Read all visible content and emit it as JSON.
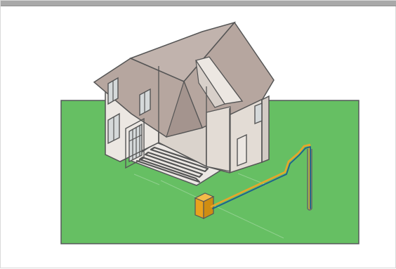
{
  "colors": {
    "frame_bar": "#a9a9a9",
    "frame_border": "#d9d9d9",
    "lawn": "#66bf63",
    "lawn_outline": "#55585a",
    "roof": "#b6a69f",
    "roof_dark": "#a4948e",
    "house_front": "#ece7e2",
    "house_side": "#dad3cc",
    "outline": "#555555",
    "windows": "#d5d9da",
    "floor_coil_bg": "#ece8e4",
    "heat_pump": "#e9a21d",
    "pipe_yellow": "#e8a52a",
    "pipe_blue": "#1d5f8e",
    "ground_probe": "#6a6a6a"
  },
  "diagram": {
    "elements": [
      "house",
      "underfloor-heating-coils",
      "heat-pump",
      "pipeline",
      "ground-probe"
    ]
  }
}
